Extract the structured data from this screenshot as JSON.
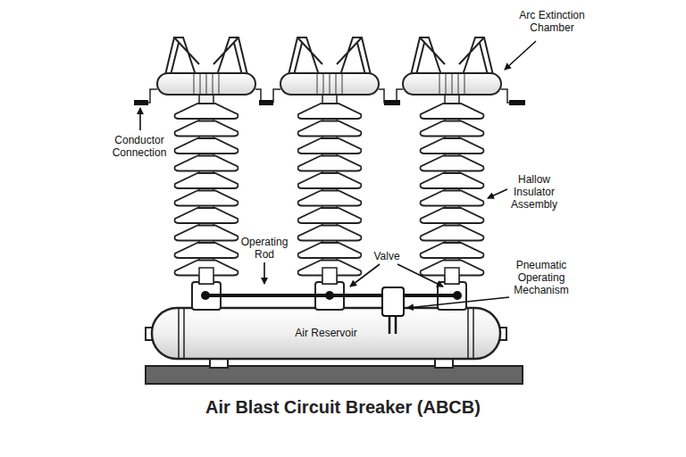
{
  "diagram": {
    "title": "Air Blast Circuit Breaker (ABCB)",
    "nodes": [
      {
        "text": [
          "Air Reservoir"
        ]
      }
    ],
    "labels": [
      "Arc Extinction Chamber",
      "Conductor Connection",
      "Hallow Insulator Assembly",
      "Operating Rod",
      "Valve",
      "Pneumatic Operating Mechanism"
    ]
  }
}
